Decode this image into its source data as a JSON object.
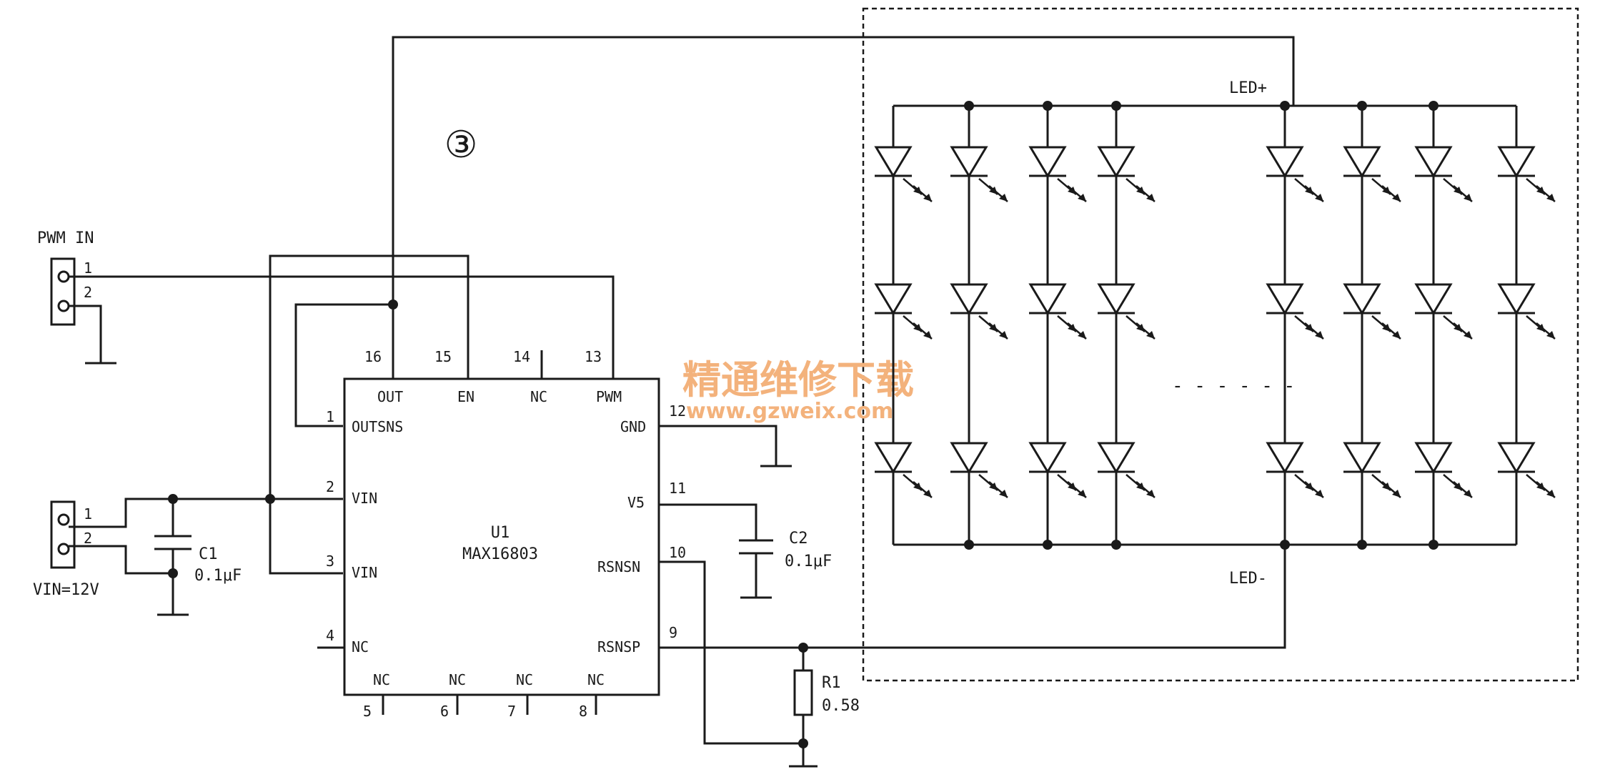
{
  "connectors": {
    "pwm_in": {
      "title": "PWM IN",
      "pin1": "1",
      "pin2": "2"
    },
    "vin": {
      "title": "VIN=12V",
      "pin1": "1",
      "pin2": "2"
    }
  },
  "ic": {
    "ref": "U1",
    "part": "MAX16803",
    "pins": [
      {
        "num": "16",
        "name": "OUT"
      },
      {
        "num": "15",
        "name": "EN"
      },
      {
        "num": "14",
        "name": "NC"
      },
      {
        "num": "13",
        "name": "PWM"
      },
      {
        "num": "1",
        "name": "OUTSNS"
      },
      {
        "num": "2",
        "name": "VIN"
      },
      {
        "num": "3",
        "name": "VIN"
      },
      {
        "num": "4",
        "name": "NC"
      },
      {
        "num": "12",
        "name": "GND"
      },
      {
        "num": "11",
        "name": "V5"
      },
      {
        "num": "10",
        "name": "RSNSN"
      },
      {
        "num": "9",
        "name": "RSNSP"
      },
      {
        "num": "5",
        "name": "NC"
      },
      {
        "num": "6",
        "name": "NC"
      },
      {
        "num": "7",
        "name": "NC"
      },
      {
        "num": "8",
        "name": "NC"
      }
    ]
  },
  "components": {
    "c1": {
      "ref": "C1",
      "value": "0.1μF"
    },
    "c2": {
      "ref": "C2",
      "value": "0.1μF"
    },
    "r1": {
      "ref": "R1",
      "value": "0.58"
    }
  },
  "nets": {
    "led_plus": "LED+",
    "led_minus": "LED-"
  },
  "marker": "③",
  "led_array": {
    "columns": 8,
    "rows": 3,
    "ellipsis": "- - - - - -"
  },
  "watermark": {
    "cn": "精通维修下载",
    "url": "www.gzweix.com"
  }
}
